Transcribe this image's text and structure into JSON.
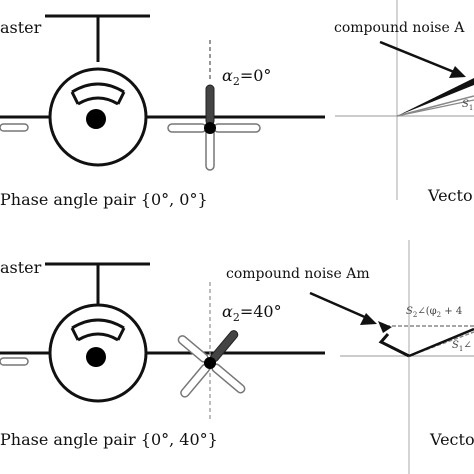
{
  "top": {
    "left_cut_text": "aster",
    "alpha_symbol": "α",
    "alpha_subscript": "2",
    "alpha_value": "=0°",
    "phase_text": "Phase angle pair {0°,  0°}",
    "compound_label": "compound noise A",
    "vector_cut_text": "Vecto",
    "vector_small_label": "S",
    "vector_small_sub": "1"
  },
  "bottom": {
    "left_cut_text": "aster",
    "alpha_symbol": "α",
    "alpha_subscript": "2",
    "alpha_value": "=40°",
    "phase_text": "Phase angle pair {0°,  40°}",
    "compound_label": "compound noise Am",
    "s2_label": "S",
    "s2_sub": "2",
    "s2_expr": "∠(φ",
    "s2_expr_sub": "2",
    "s2_expr_tail": " + 4",
    "s1_label": "S",
    "s1_sub": "1",
    "s1_expr": "∠",
    "vector_cut_text": "Vecto"
  }
}
